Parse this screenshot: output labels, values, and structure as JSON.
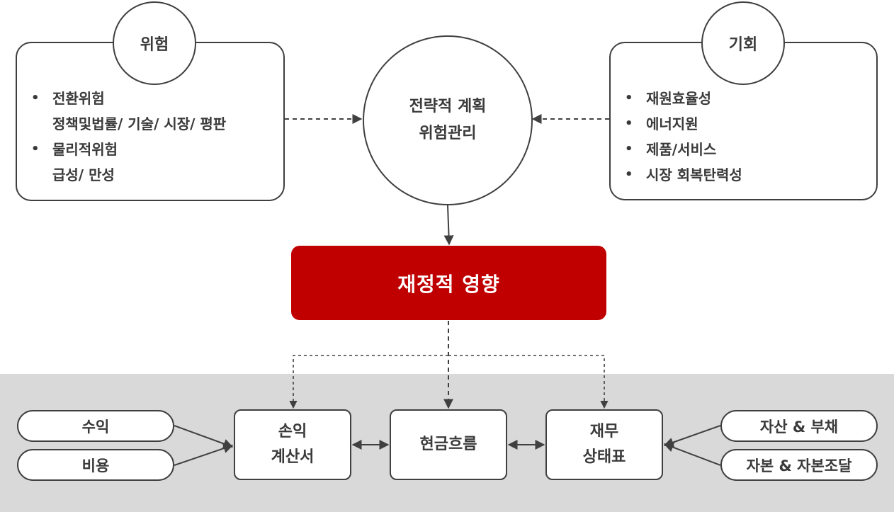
{
  "risk": {
    "title": "위험",
    "items": [
      {
        "label": "전환위험",
        "detail": "정책및법률/ 기술/ 시장/ 평판"
      },
      {
        "label": "물리적위험",
        "detail": "급성/ 만성"
      }
    ]
  },
  "strategy": {
    "line1": "전략적 계획",
    "line2": "위험관리"
  },
  "opportunity": {
    "title": "기회",
    "items": [
      "재원효율성",
      "에너지원",
      "제품/서비스",
      "시장 회복탄력성"
    ]
  },
  "impact": {
    "label": "재정적 영향",
    "color": "#c00000"
  },
  "statements": {
    "income": {
      "line1": "손익",
      "line2": "계산서"
    },
    "cashflow": {
      "label": "현금흐름"
    },
    "balance": {
      "line1": "재무",
      "line2": "상태표"
    }
  },
  "inputs": {
    "left": [
      "수익",
      "비용"
    ],
    "right": [
      "자산 & 부채",
      "자본 & 자본조달"
    ]
  },
  "bullet_glyph": "•"
}
